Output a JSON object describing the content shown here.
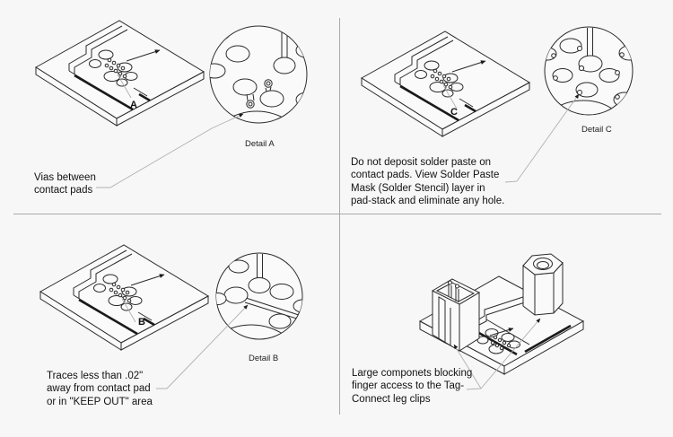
{
  "page": {
    "background_color": "#f7f7f7",
    "line_color": "#2a2a2a",
    "leader_color": "#b0b0b0",
    "divider_color": "#a9a9a9"
  },
  "quadrants": {
    "top_left": {
      "board_label": "A",
      "detail_caption": "Detail A",
      "note": "Vias between\ncontact pads"
    },
    "top_right": {
      "board_label": "C",
      "detail_caption": "Detail C",
      "note": "Do not deposit solder paste on\ncontact pads. View Solder Paste\nMask (Solder Stencil) layer in\npad-stack and eliminate any hole."
    },
    "bottom_left": {
      "board_label": "B",
      "detail_caption": "Detail B",
      "note": "Traces less than .02\"\naway from contact pad\nor in \"KEEP OUT\" area"
    },
    "bottom_right": {
      "note": "Large componets blocking\nfinger access to the Tag-\nConnect leg clips"
    }
  }
}
